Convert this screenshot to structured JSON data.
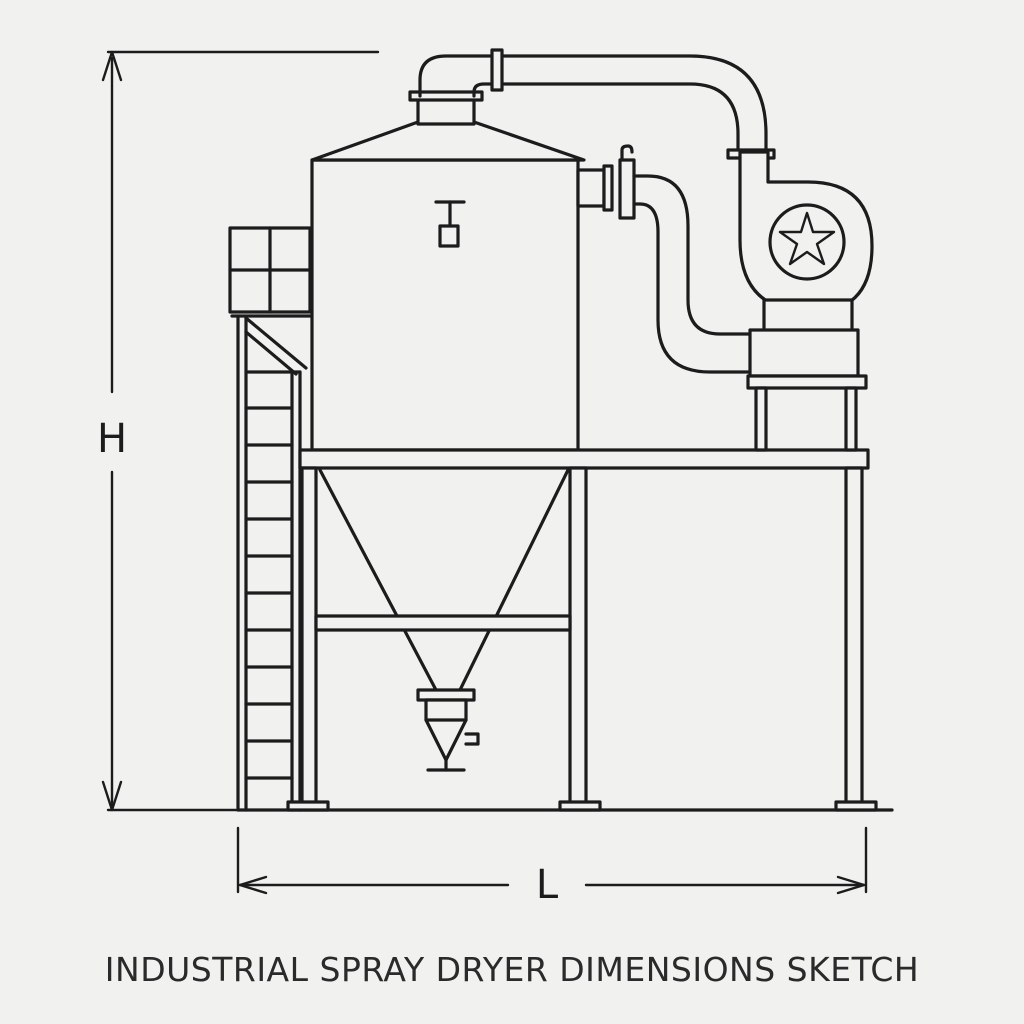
{
  "diagram": {
    "caption": "INDUSTRIAL SPRAY DRYER DIMENSIONS SKETCH",
    "dimensions": {
      "height_label": "H",
      "length_label": "L"
    }
  }
}
